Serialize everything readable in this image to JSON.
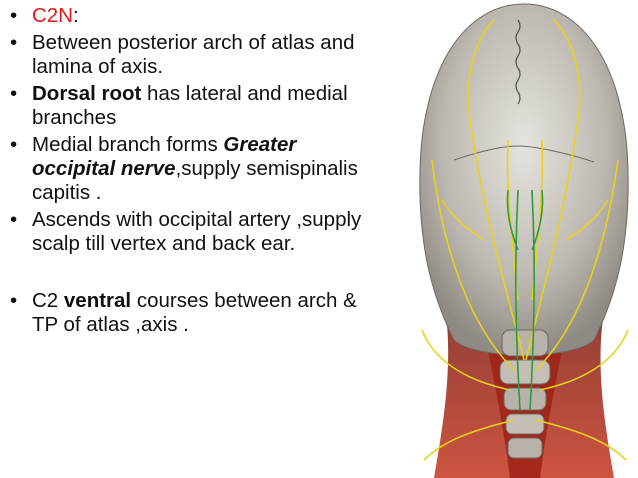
{
  "bullets": [
    {
      "parts": [
        "C2N",
        ":"
      ]
    },
    {
      "parts": [
        "Between posterior arch of atlas and lamina of axis."
      ]
    },
    {
      "parts": [
        "Dorsal root",
        " has lateral and medial branches"
      ]
    },
    {
      "parts": [
        "Medial branch forms ",
        "Greater occipital nerve",
        ",supply semispinalis capitis ."
      ]
    },
    {
      "parts": [
        "Ascends with occipital artery ,supply scalp till vertex and back ear."
      ]
    },
    {
      "parts": [
        "C2 ",
        "ventral",
        " courses between arch & TP of atlas ,axis ."
      ]
    }
  ],
  "bullet_symbol": "•",
  "colors": {
    "highlight": "#e11b1b",
    "nerve_yellow": "#e8d21a",
    "nerve_green": "#2f9a3a",
    "skull": "#cfcbc6",
    "neck_muscle": "#a81e10"
  }
}
